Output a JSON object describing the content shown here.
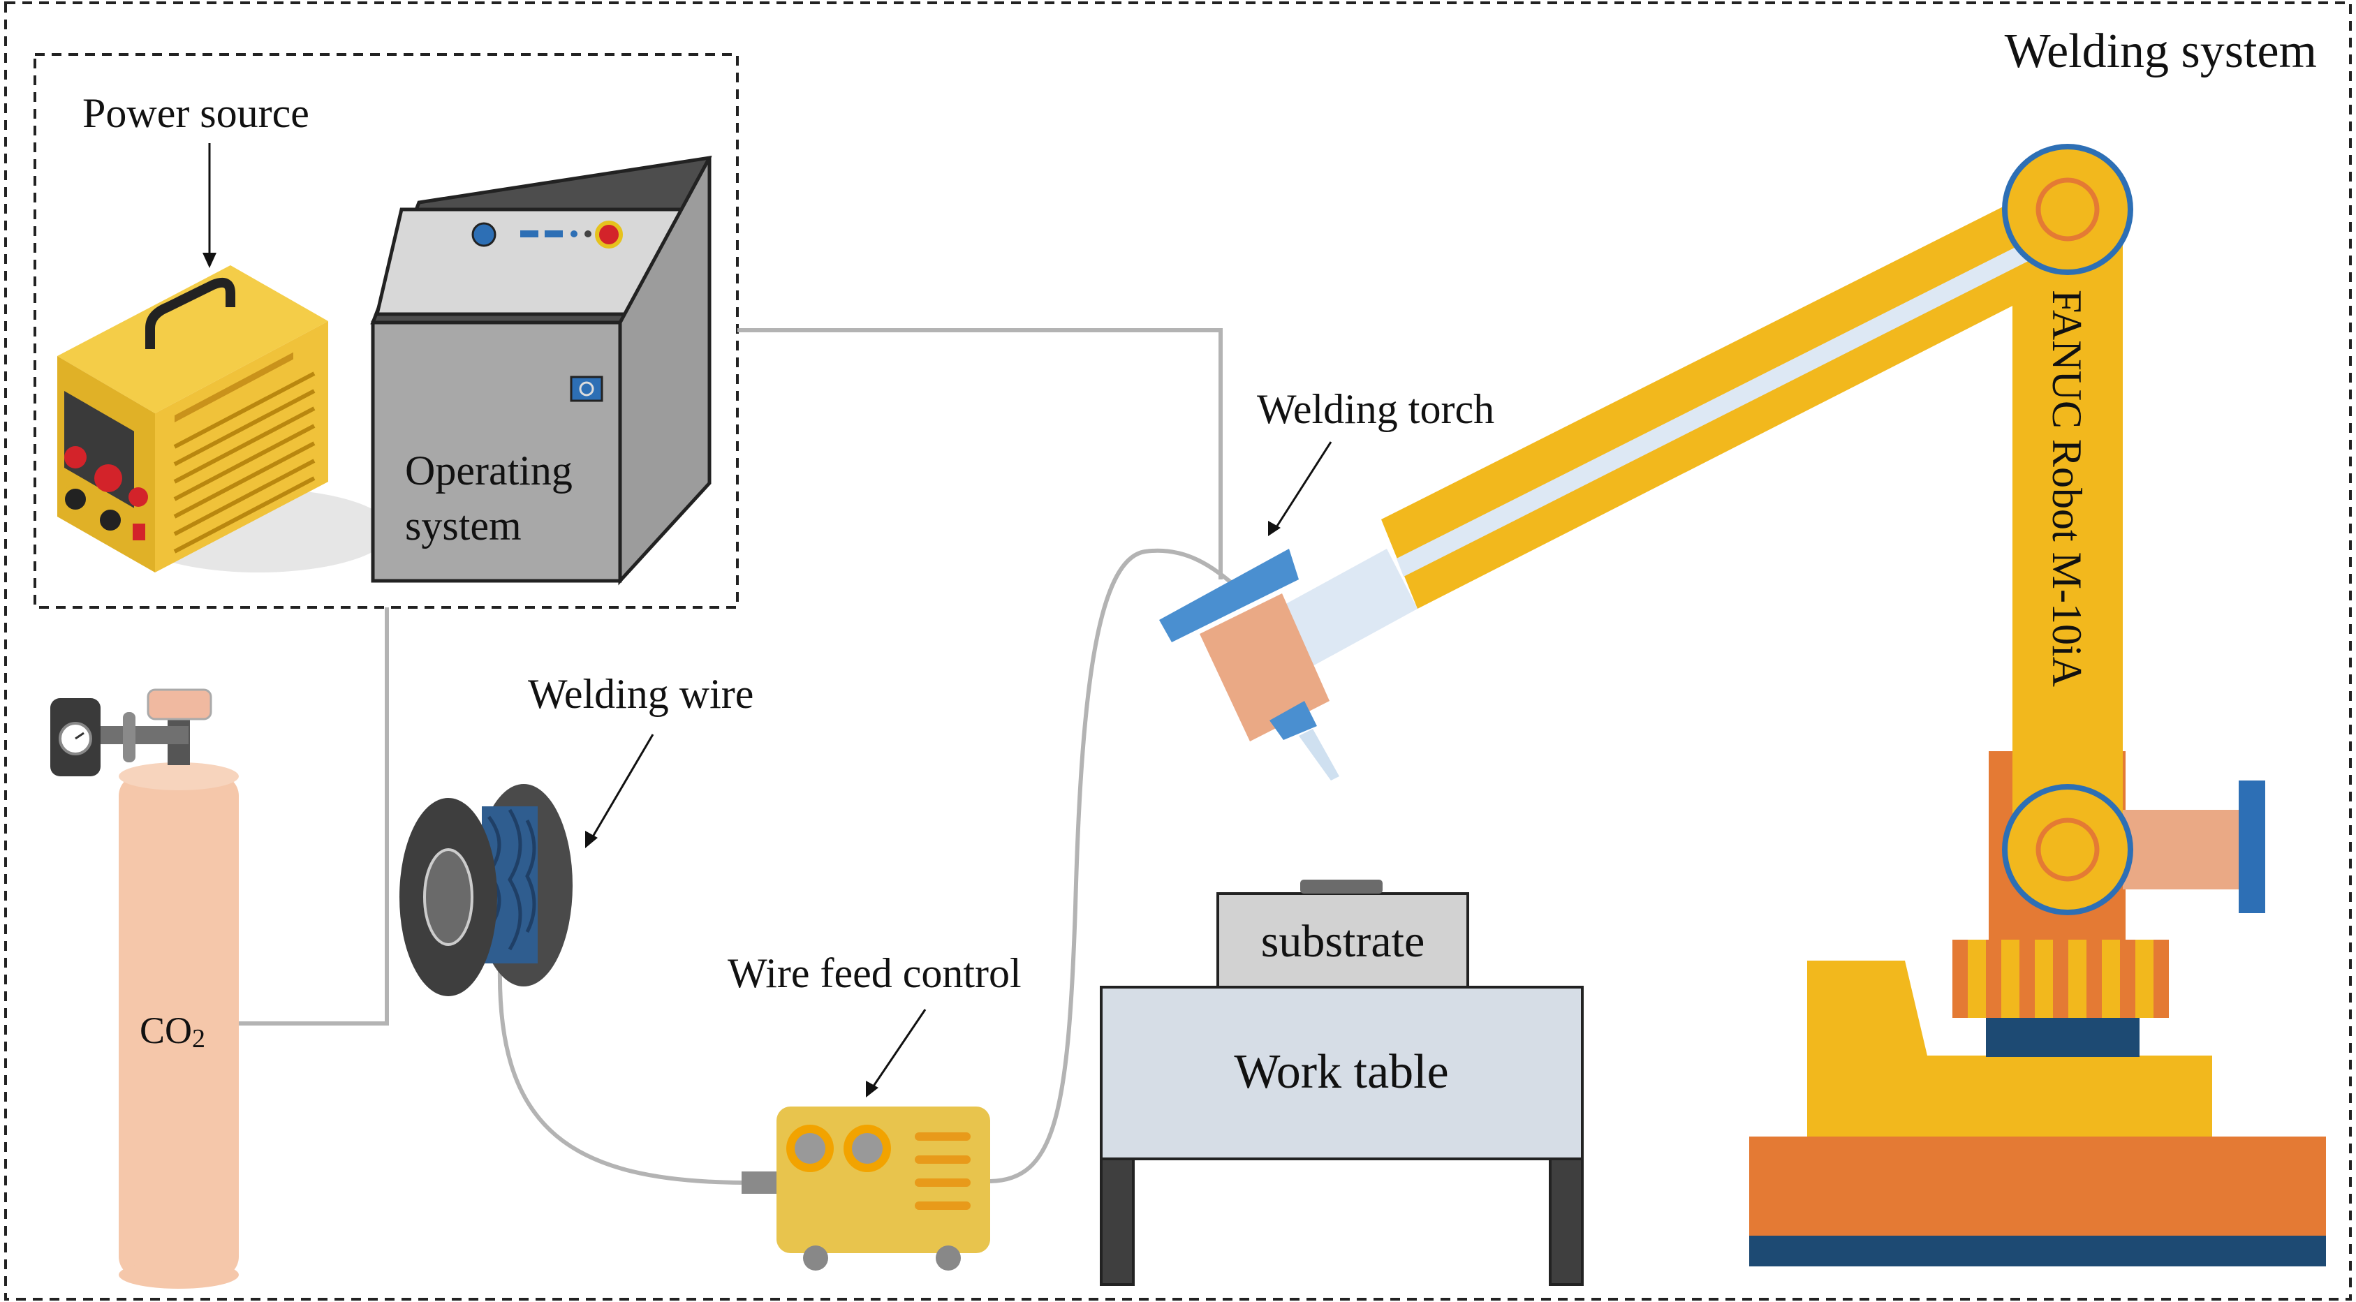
{
  "title": "Welding system",
  "labels": {
    "power_source": "Power source",
    "operating_system_line1": "Operating",
    "operating_system_line2": "system",
    "welding_torch": "Welding torch",
    "welding_wire": "Welding wire",
    "wire_feed_control": "Wire feed control",
    "co2_main": "CO",
    "co2_sub": "2",
    "substrate": "substrate",
    "work_table": "Work table",
    "robot": "FANUC Robot M-10iA"
  },
  "colors": {
    "robot_yellow": "#f2b81d",
    "robot_orange": "#e47a34",
    "robot_navy": "#1d4a73",
    "joint_blue": "#2d6fb5",
    "torch_blue": "#4a8fd0",
    "torch_body": "#eaa985",
    "cylinder": "#f5c7aa",
    "table_top": "#d6dde6",
    "table_leg": "#3f3f3f",
    "cabinet_gray": "#a7a7a7",
    "cable_gray": "#b3b3b3"
  }
}
